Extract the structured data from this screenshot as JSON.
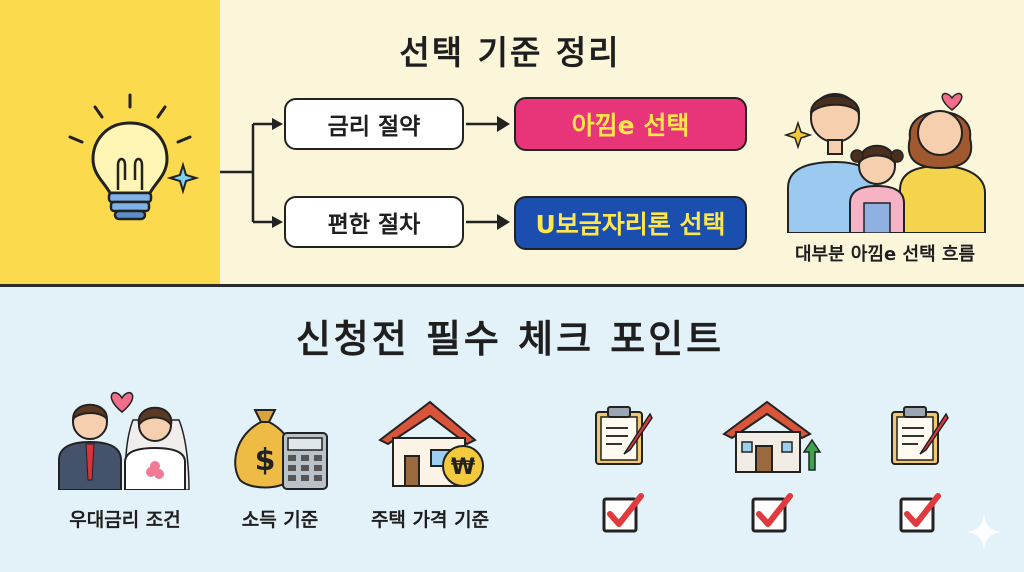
{
  "top_section": {
    "title": "선택 기준 정리",
    "rows": [
      {
        "criterion": "금리 절약",
        "choice": "아낌e 선택",
        "choice_color": "#e8357a"
      },
      {
        "criterion": "편한 절차",
        "choice": "U보금자리론 선택",
        "choice_color": "#1a4fb0"
      }
    ],
    "family_caption": "대부분 아낌e 선택 흐름"
  },
  "bottom_section": {
    "title": "신청전 필수 체크 포인트",
    "items": [
      {
        "label": "우대금리 조건",
        "icon": "couple-icon"
      },
      {
        "label": "소득 기준",
        "icon": "money-bag-calculator-icon"
      },
      {
        "label": "주택 가격 기준",
        "icon": "house-won-icon"
      }
    ],
    "checks": [
      {
        "icon": "clipboard-icon",
        "checked": true
      },
      {
        "icon": "house-up-icon",
        "checked": true
      },
      {
        "icon": "clipboard-icon",
        "checked": true
      }
    ]
  },
  "colors": {
    "accent_yellow": "#fbdb4d",
    "pink": "#e8357a",
    "blue": "#1a4fb0",
    "check_red": "#e0393e",
    "bottom_bg": "#e3f2f8"
  }
}
